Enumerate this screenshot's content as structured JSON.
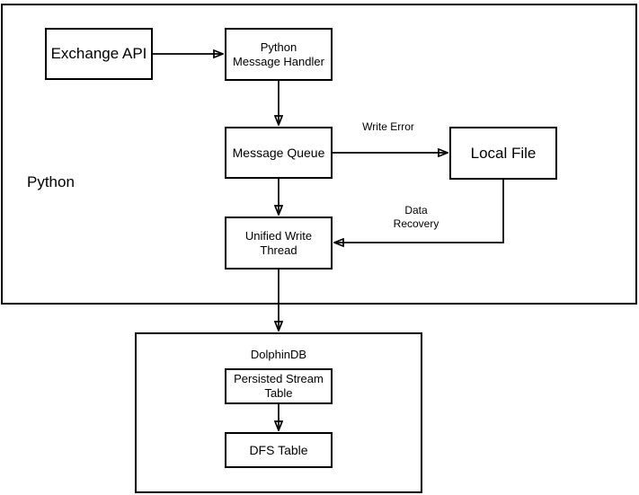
{
  "diagram": {
    "type": "flowchart",
    "containers": {
      "python": {
        "label": "Python"
      },
      "dolphindb": {
        "label": "DolphinDB"
      }
    },
    "nodes": {
      "exchange_api": {
        "label": "Exchange API"
      },
      "python_message_handler": {
        "lines": [
          "Python",
          "Message Handler"
        ]
      },
      "message_queue": {
        "label": "Message Queue"
      },
      "local_file": {
        "label": "Local File"
      },
      "unified_write_thread": {
        "lines": [
          "Unified Write",
          "Thread"
        ]
      },
      "persisted_stream_table": {
        "lines": [
          "Persisted Stream",
          "Table"
        ]
      },
      "dfs_table": {
        "label": "DFS Table"
      }
    },
    "edges": [
      {
        "from": "exchange_api",
        "to": "python_message_handler"
      },
      {
        "from": "python_message_handler",
        "to": "message_queue"
      },
      {
        "from": "message_queue",
        "to": "local_file",
        "label": "Write Error"
      },
      {
        "from": "message_queue",
        "to": "unified_write_thread"
      },
      {
        "from": "local_file",
        "to": "unified_write_thread",
        "label_lines": [
          "Data",
          "Recovery"
        ]
      },
      {
        "from": "unified_write_thread",
        "to": "dolphindb"
      },
      {
        "from": "persisted_stream_table",
        "to": "dfs_table"
      }
    ],
    "colors": {
      "stroke": "#000000",
      "text": "#000000",
      "background": "#ffffff"
    }
  }
}
